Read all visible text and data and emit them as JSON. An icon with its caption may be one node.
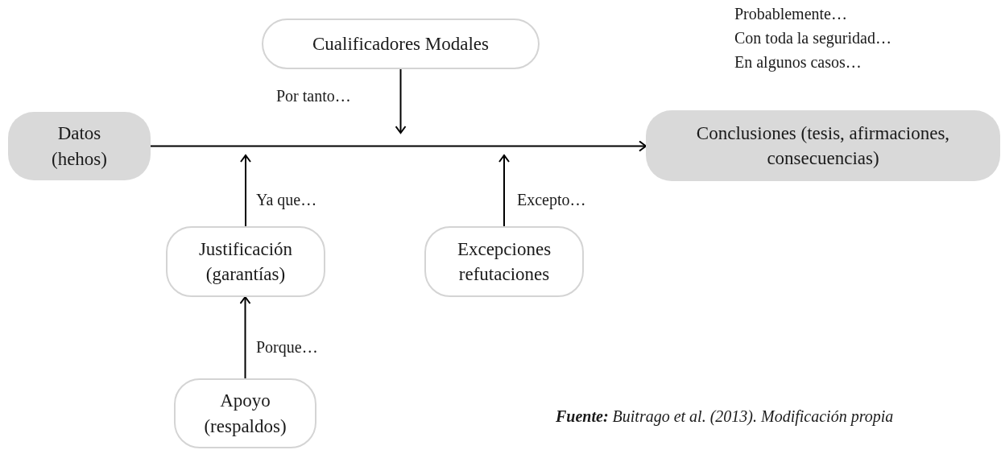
{
  "diagram": {
    "caption": "**Fuente:** Buitrago et al. (2013). Modificación propia",
    "nodes": [
      {
        "text": [
          "Datos (hehos)"
        ]
      },
      {
        "text": [
          "Conclusiones (tesis, afirmaciones, consecuencias)"
        ]
      },
      {
        "text": [
          "Cualificadores Modales"
        ]
      },
      {
        "text": [
          "Justificación (garantías)"
        ]
      },
      {
        "text": [
          "Excepciones refutaciones"
        ]
      },
      {
        "text": [
          "Apoyo (respaldos)"
        ]
      }
    ],
    "edges": [
      {
        "from": 0,
        "to": 1,
        "arrow": "to"
      },
      {
        "from": 2,
        "to": null,
        "arrow": "to",
        "label": "Por tanto…"
      },
      {
        "from": 3,
        "to": null,
        "arrow": "to",
        "label": "Ya que…"
      },
      {
        "from": 4,
        "to": null,
        "arrow": "to",
        "label": "Excepto…"
      },
      {
        "from": 5,
        "to": 3,
        "arrow": "to",
        "label": "Porque…"
      }
    ],
    "labels": [
      "Probablemente…",
      "Con toda la seguridad…",
      "En algunos casos…"
    ]
  }
}
